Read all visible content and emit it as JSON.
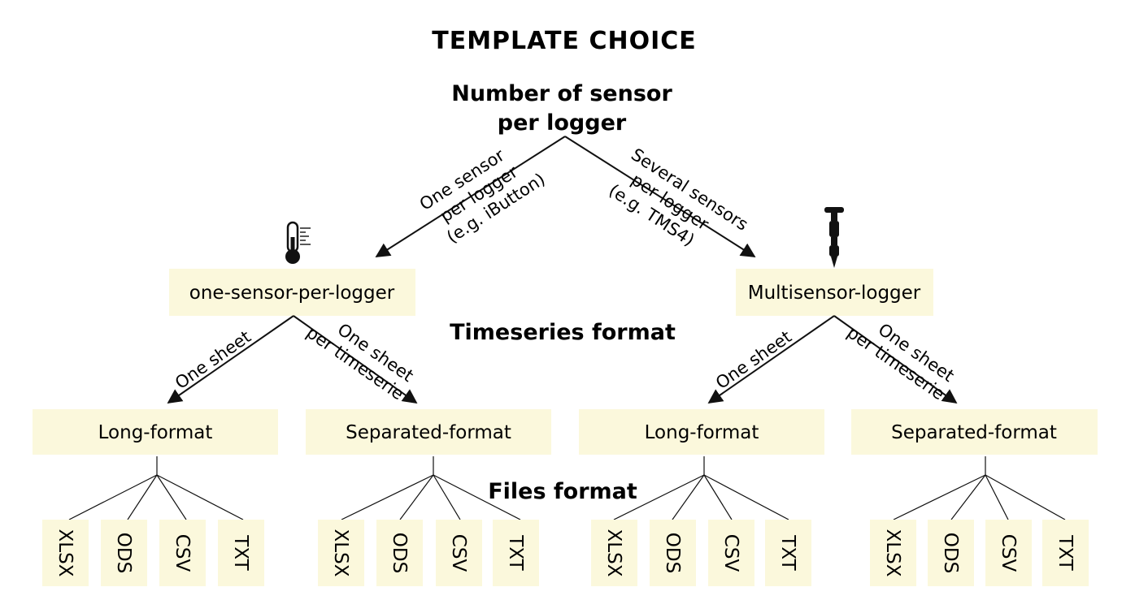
{
  "title": "TEMPLATE CHOICE",
  "levels": {
    "sensor_count": [
      "Number of sensor",
      "per logger"
    ],
    "timeseries": "Timeseries format",
    "files": "Files format"
  },
  "root_edges": {
    "left": [
      "One sensor",
      "per logger",
      "(e.g. iButton)"
    ],
    "right": [
      "Several sensors",
      "per logger",
      "(e.g. TMS4)"
    ]
  },
  "logger_types": [
    {
      "label": "one-sensor-per-logger",
      "icon": "thermometer-icon"
    },
    {
      "label": "Multisensor-logger",
      "icon": "tms-sensor-icon"
    }
  ],
  "format_edges": {
    "one_sheet": "One sheet",
    "per_timeserie": [
      "One sheet",
      "per timeserie"
    ]
  },
  "formats": [
    {
      "label": "Long-format",
      "files": [
        "XLSX",
        "ODS",
        "CSV",
        "TXT"
      ]
    },
    {
      "label": "Separated-format",
      "files": [
        "XLSX",
        "ODS",
        "CSV",
        "TXT"
      ]
    },
    {
      "label": "Long-format",
      "files": [
        "XLSX",
        "ODS",
        "CSV",
        "TXT"
      ]
    },
    {
      "label": "Separated-format",
      "files": [
        "XLSX",
        "ODS",
        "CSV",
        "TXT"
      ]
    }
  ],
  "colors": {
    "box_fill": "#fbf8dc",
    "line": "#111111"
  }
}
